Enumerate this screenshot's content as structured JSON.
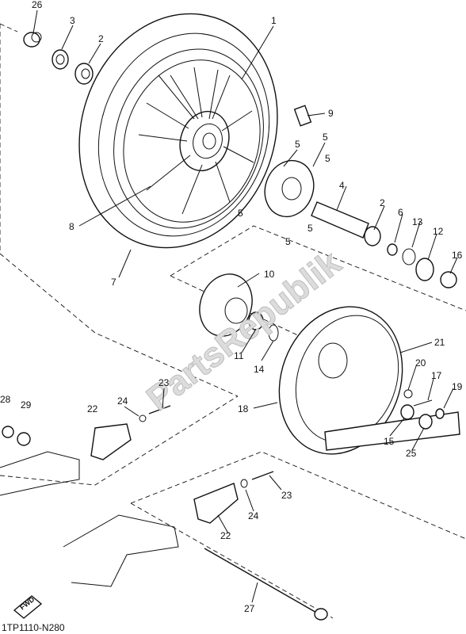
{
  "watermark": "PartsRepublik",
  "diagram_code": "1TP1110-N280",
  "fwd_label": "FWD",
  "callouts": [
    {
      "label": "26"
    },
    {
      "label": "3"
    },
    {
      "label": "2"
    },
    {
      "label": "1"
    },
    {
      "label": "9"
    },
    {
      "label": "5"
    },
    {
      "label": "5"
    },
    {
      "label": "5"
    },
    {
      "label": "4"
    },
    {
      "label": "5"
    },
    {
      "label": "5"
    },
    {
      "label": "5"
    },
    {
      "label": "2"
    },
    {
      "label": "6"
    },
    {
      "label": "13"
    },
    {
      "label": "12"
    },
    {
      "label": "16"
    },
    {
      "label": "8"
    },
    {
      "label": "7"
    },
    {
      "label": "10"
    },
    {
      "label": "11"
    },
    {
      "label": "14"
    },
    {
      "label": "21"
    },
    {
      "label": "20"
    },
    {
      "label": "17"
    },
    {
      "label": "19"
    },
    {
      "label": "18"
    },
    {
      "label": "15"
    },
    {
      "label": "25"
    },
    {
      "label": "23"
    },
    {
      "label": "28"
    },
    {
      "label": "29"
    },
    {
      "label": "22"
    },
    {
      "label": "24"
    },
    {
      "label": "23"
    },
    {
      "label": "24"
    },
    {
      "label": "22"
    },
    {
      "label": "27"
    }
  ]
}
